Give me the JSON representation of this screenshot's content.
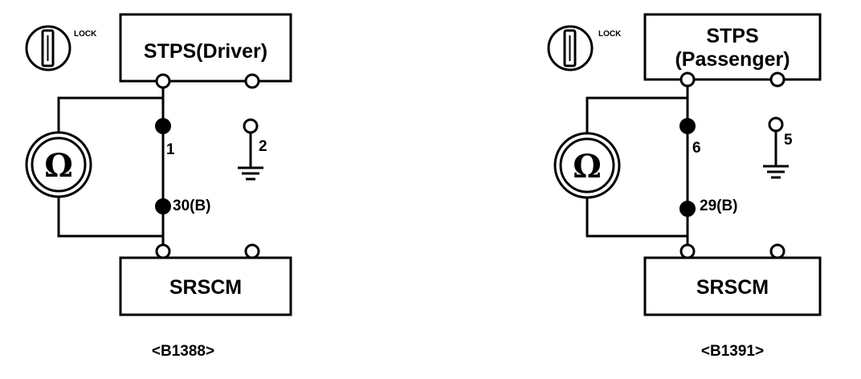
{
  "diagrams": [
    {
      "id": "driver",
      "lock_label": "LOCK",
      "stps_label_lines": [
        "STPS(Driver)"
      ],
      "meter_symbol": "Ω",
      "pin_a": "1",
      "pin_b": "30(B)",
      "pin_ground": "2",
      "srscm_label": "SRSCM",
      "code": "<B1388>"
    },
    {
      "id": "passenger",
      "lock_label": "LOCK",
      "stps_label_lines": [
        "STPS",
        "(Passenger)"
      ],
      "meter_symbol": "Ω",
      "pin_a": "6",
      "pin_b": "29(B)",
      "pin_ground": "5",
      "srscm_label": "SRSCM",
      "code": "<B1391>"
    }
  ]
}
